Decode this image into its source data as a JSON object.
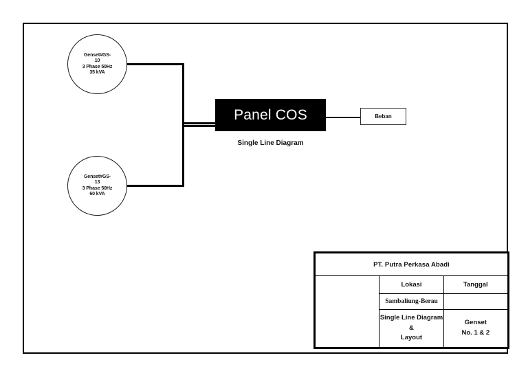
{
  "diagram": {
    "title": "Single Line Diagram",
    "gensets": [
      {
        "id": "genset-1",
        "name": "Genset#GS-",
        "number": "10",
        "spec": "3 Phase 50Hz",
        "rating": "35 kVA"
      },
      {
        "id": "genset-2",
        "name": "Genset#GS-",
        "number": "13",
        "spec": "3 Phase 50Hz",
        "rating": "60 kVA"
      }
    ],
    "panel": {
      "label": "Panel COS",
      "caption": "Single Line Diagram",
      "fill_color": "#000000",
      "text_color": "#ffffff"
    },
    "load": {
      "label": "Beban"
    }
  },
  "title_block": {
    "company": "PT. Putra Perkasa Abadi",
    "headers": {
      "lokasi": "Lokasi",
      "tanggal": "Tanggal"
    },
    "values": {
      "lokasi": "Sambaliung-Berau",
      "tanggal": ""
    },
    "document": {
      "line1": "Single Line Diagram",
      "line2": "&",
      "line3": "Layout"
    },
    "subject": {
      "line1": "Genset",
      "line2": "No. 1 & 2"
    }
  }
}
